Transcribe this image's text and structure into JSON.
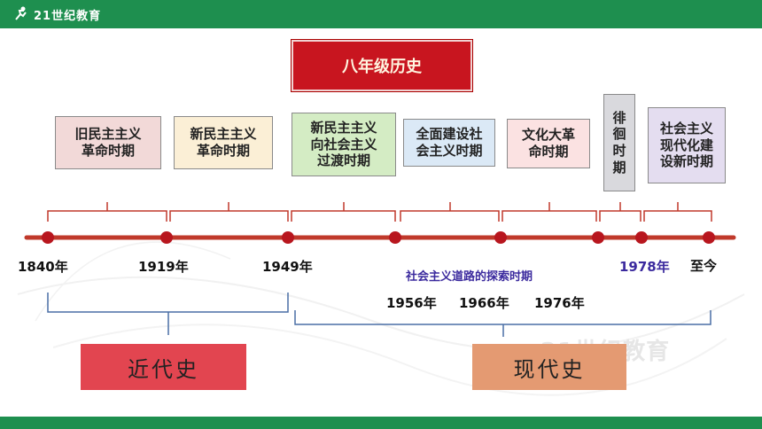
{
  "header": {
    "logo_text": "21世纪教育"
  },
  "title": "八年级历史",
  "periods": [
    {
      "text": "旧民主主义\n革命时期",
      "color": "#f2d9d8"
    },
    {
      "text": "新民主主义\n革命时期",
      "color": "#fbefd6"
    },
    {
      "text": "新民主主义\n向社会主义\n过渡时期",
      "color": "#d4ecc4"
    },
    {
      "text": "全面建设社\n会主义时期",
      "color": "#dbe9f6"
    },
    {
      "text": "文化大革\n命时期",
      "color": "#fbe2e2"
    },
    {
      "text": "徘\n徊\n时\n期",
      "color": "#d9d9dd"
    },
    {
      "text": "社会主义\n现代化建\n设新时期",
      "color": "#e4ddf0"
    }
  ],
  "years": {
    "y1840": "1840年",
    "y1919": "1919年",
    "y1949": "1949年",
    "y1956": "1956年",
    "y1966": "1966年",
    "y1976": "1976年",
    "y1978": "1978年",
    "now": "至今"
  },
  "explore_label": "社会主义道路的探索时期",
  "eras": {
    "modern": {
      "label": "近代史",
      "color": "#e24550"
    },
    "contemporary": {
      "label": "现代史",
      "color": "#e49a72"
    }
  },
  "colors": {
    "bar": "#1e8f4f",
    "axis": "#c0392b",
    "dot": "#b8161e",
    "bracket": "#c0392b",
    "brace": "#4a6fa5"
  }
}
